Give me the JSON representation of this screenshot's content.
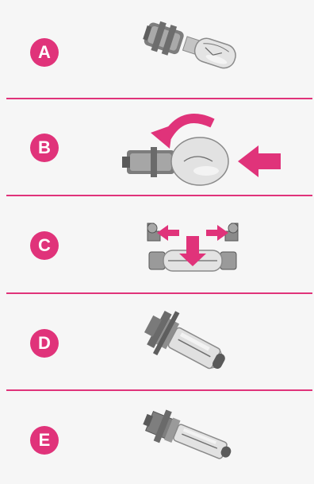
{
  "colors": {
    "accent": "#e0337a",
    "metal": "#8a8a8a",
    "glass": "#d9d9d9",
    "background": "#f6f6f6"
  },
  "items": [
    {
      "letter": "A",
      "icon": "wedge-bulb-with-socket-icon"
    },
    {
      "letter": "B",
      "icon": "bayonet-bulb-push-twist-icon"
    },
    {
      "letter": "C",
      "icon": "festoon-bulb-clips-icon"
    },
    {
      "letter": "D",
      "icon": "h7-halogen-bulb-icon"
    },
    {
      "letter": "E",
      "icon": "h1-halogen-bulb-icon"
    }
  ]
}
